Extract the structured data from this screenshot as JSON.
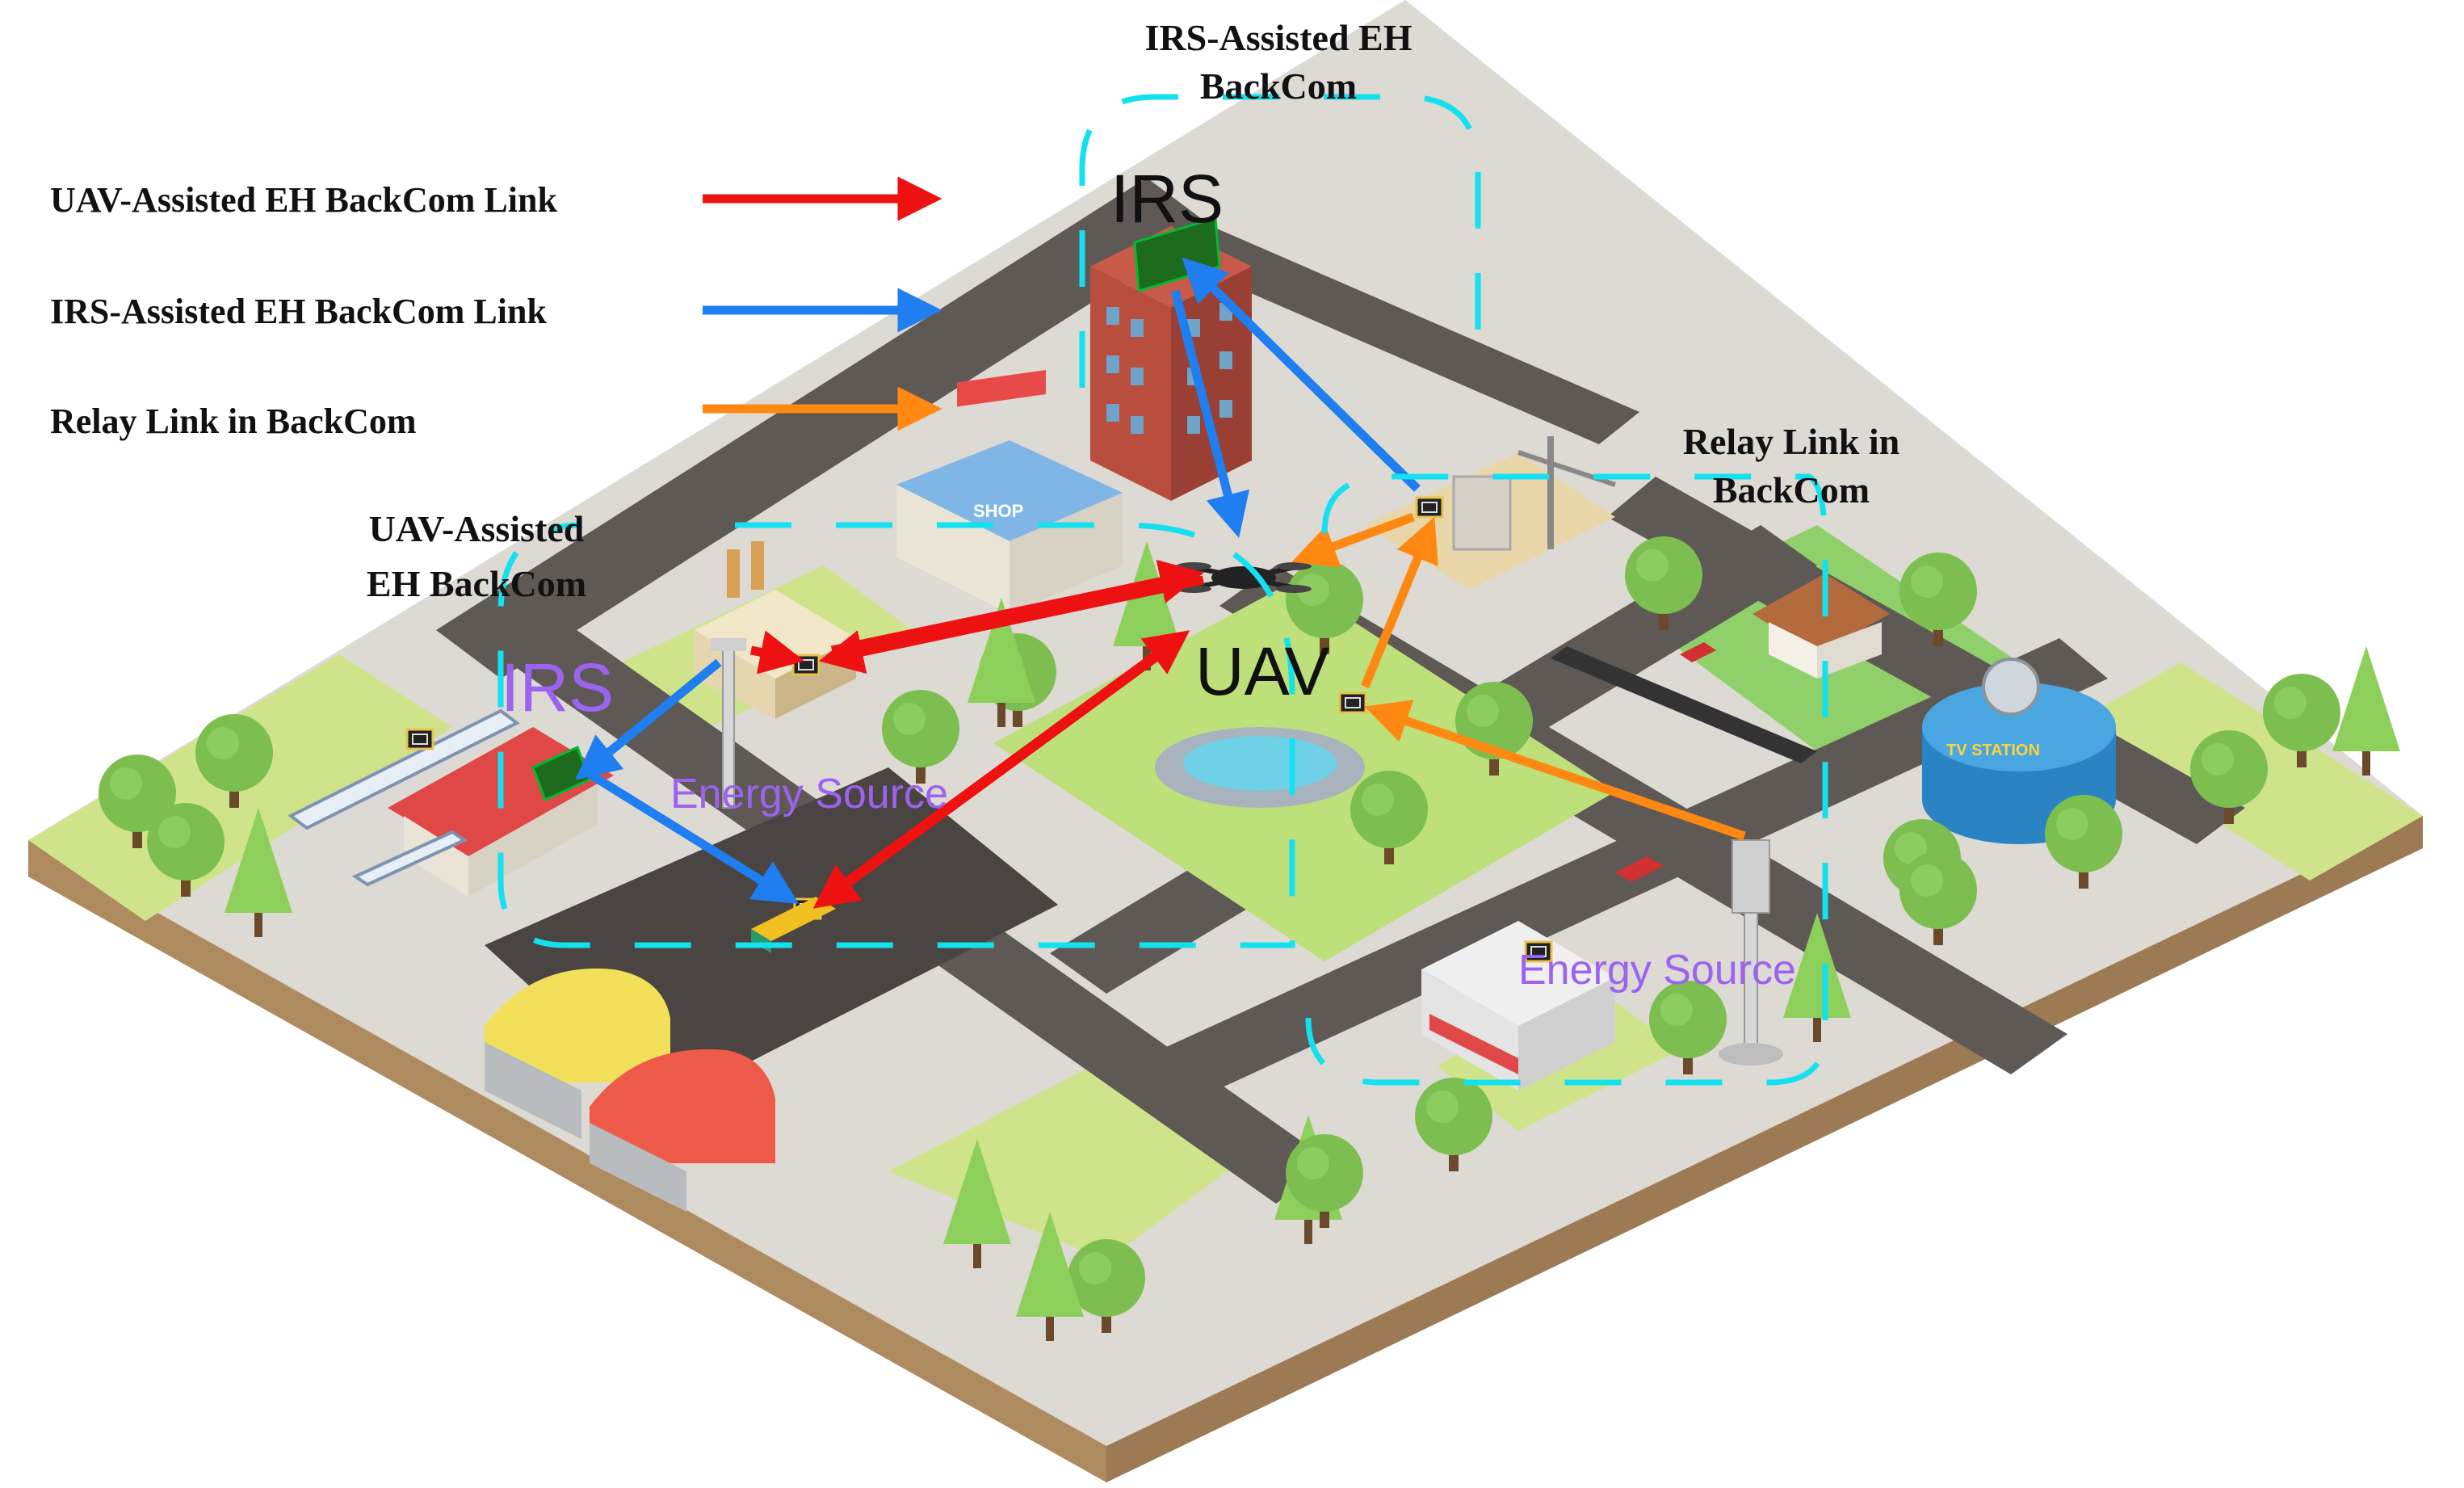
{
  "legend": {
    "uav_link": "UAV-Assisted EH BackCom Link",
    "irs_link": "IRS-Assisted EH BackCom Link",
    "relay_link": "Relay Link in BackCom"
  },
  "captions": {
    "irs_region_line1": "IRS-Assisted EH",
    "irs_region_line2": "BackCom",
    "relay_region_line1": "Relay Link in",
    "relay_region_line2": "BackCom",
    "uav_region_line1": "UAV-Assisted",
    "uav_region_line2": "EH BackCom"
  },
  "labels": {
    "irs_top": "IRS",
    "irs_left": "IRS",
    "uav": "UAV",
    "energy_source_left": "Energy Source",
    "energy_source_right": "Energy Source",
    "shop_sign": "SHOP",
    "tv_sign": "TV STATION"
  },
  "colors": {
    "uav_link": "#ee1111",
    "irs_link": "#1f7ef0",
    "relay_link": "#ff8812",
    "region_outline": "#13e1ef",
    "energy_source_text": "#9b63f0"
  }
}
